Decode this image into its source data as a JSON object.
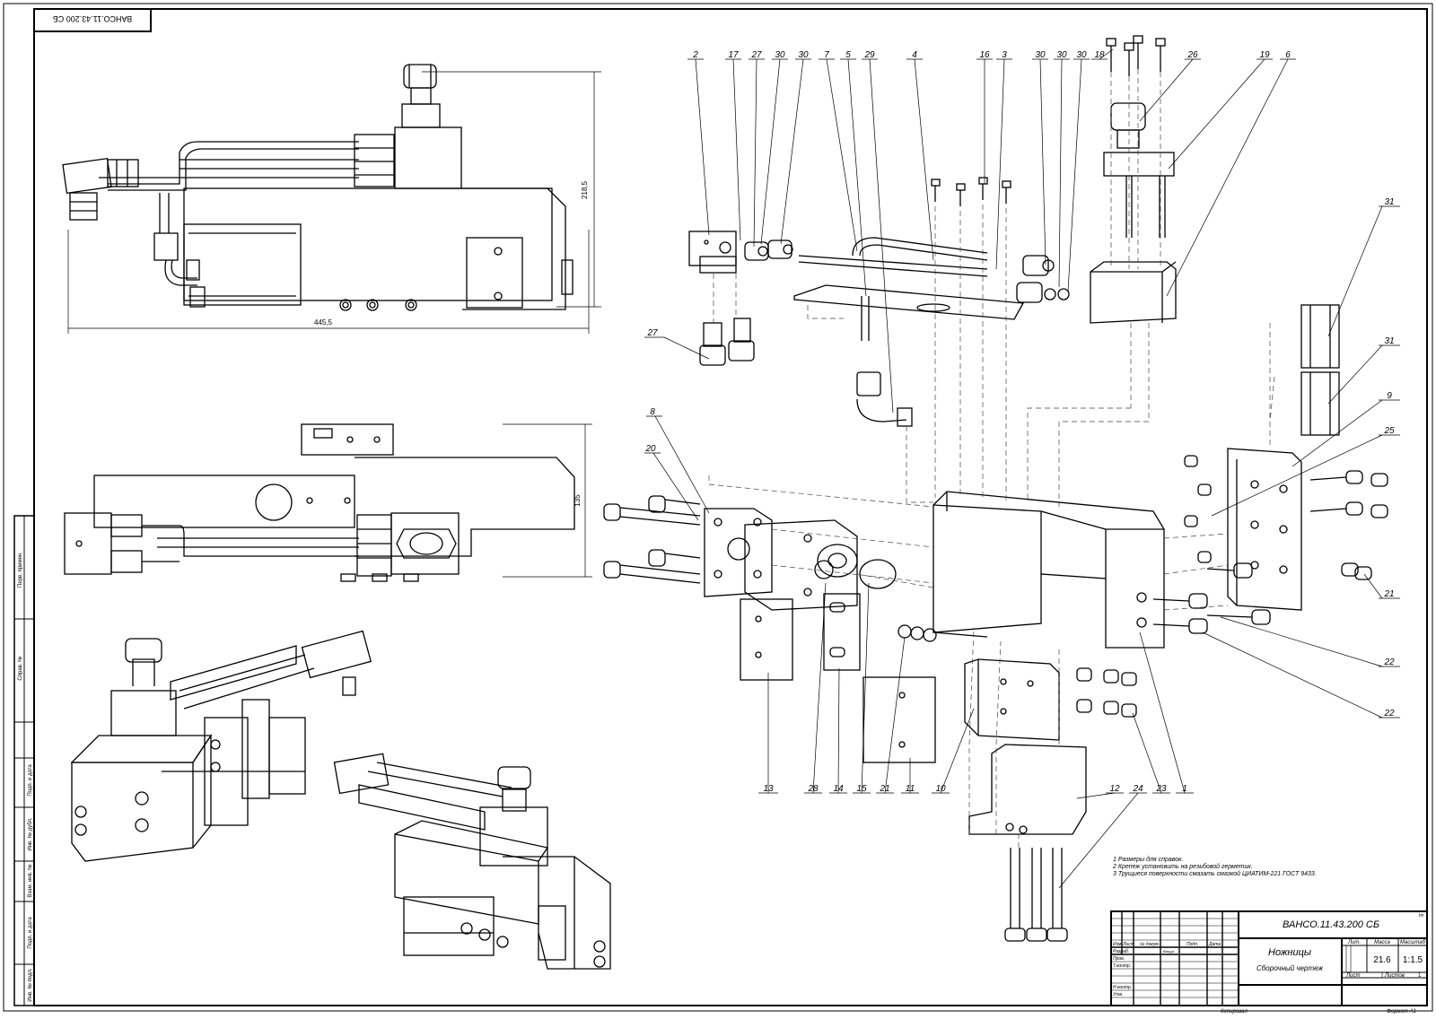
{
  "sheet": {
    "designation": "ВАНСО.11.43.200 СБ",
    "corner_stamp": "ВАНСО.11.43.200 СБ",
    "name": "Ножницы",
    "doc_type": "Сборочный чертеж",
    "mass": "21.6",
    "scale": "1:1.5",
    "sheets_label": "Листов",
    "sheets_count": "1",
    "sheet_label": "Лист",
    "lit_label": "Лит.",
    "mass_label": "Масса",
    "scale_label": "Масштаб",
    "copied": "Копировал",
    "format": "Формат A1",
    "lite": "Im"
  },
  "title_block": {
    "header_cols": [
      "Изм",
      "Лист",
      "№ докум.",
      "Подп.",
      "Дата"
    ],
    "rows": [
      "Разраб.",
      "Пров.",
      "Т.контр.",
      "",
      "Н.контр.",
      "Утв."
    ],
    "developer_name": "Ващук"
  },
  "side_stamps": [
    "Перв. примен.",
    "Справ. №",
    "Подп. и дата",
    "Инв. № дубл.",
    "Взам. инв. №",
    "Подп. и дата",
    "Инв. № подл."
  ],
  "notes": [
    "1   Размеры для справок.",
    "2   Крепеж установить на резьбовой герметик.",
    "3   Трущиеся поверхности смазать смазкой ЦИАТИМ-221 ГОСТ 9433."
  ],
  "dimensions": {
    "height": "218,5",
    "length": "445,5",
    "width": "135"
  },
  "callouts": {
    "top": [
      "2",
      "17",
      "27",
      "30",
      "30",
      "7",
      "5",
      "29",
      "4",
      "16",
      "3",
      "30",
      "30",
      "30",
      "18",
      "26",
      "19",
      "6"
    ],
    "right": [
      "31",
      "31",
      "9",
      "25",
      "21",
      "22",
      "22"
    ],
    "left": [
      "27",
      "8",
      "20"
    ],
    "bottom": [
      "13",
      "28",
      "14",
      "15",
      "21",
      "11",
      "10",
      "12",
      "24",
      "23",
      "1"
    ]
  },
  "colors": {
    "line": "#000000",
    "paper": "#ffffff",
    "hidden": "#444444"
  }
}
